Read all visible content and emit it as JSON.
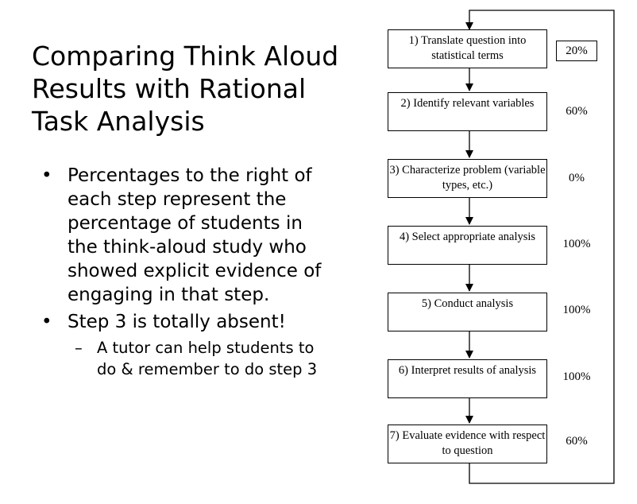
{
  "title": "Comparing Think Aloud Results with Rational Task Analysis",
  "bullets": [
    "Percentages to the right of each step represent the percentage of students in the think-aloud study who showed explicit evidence of engaging in that step.",
    "Step 3 is totally absent!"
  ],
  "sub_bullet": "A tutor can help students to do & remember to do step 3",
  "bullet_symbol": "•",
  "dash_symbol": "–",
  "steps": [
    {
      "label": "1) Translate question into statistical terms",
      "pct": "20%"
    },
    {
      "label": "2) Identify relevant variables",
      "pct": "60%"
    },
    {
      "label": "3) Characterize problem (variable types, etc.)",
      "pct": "0%"
    },
    {
      "label": "4) Select appropriate analysis",
      "pct": "100%"
    },
    {
      "label": "5) Conduct analysis",
      "pct": "100%"
    },
    {
      "label": "6) Interpret results of analysis",
      "pct": "100%"
    },
    {
      "label": "7) Evaluate evidence with respect to question",
      "pct": "60%"
    }
  ]
}
